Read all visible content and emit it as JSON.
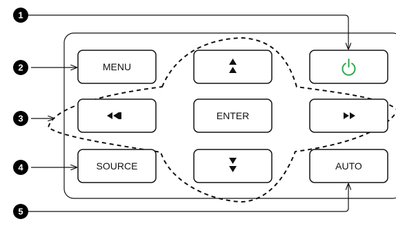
{
  "buttons": {
    "menu": "MENU",
    "enter": "ENTER",
    "source": "SOURCE",
    "auto": "AUTO"
  },
  "callouts": [
    "1",
    "2",
    "3",
    "4",
    "5"
  ],
  "colors": {
    "power_icon": "#2aa84a",
    "outline": "#111111",
    "callout_fill": "#000000"
  },
  "icons": {
    "power": "power-icon",
    "up": "arrow-up-icon",
    "down": "arrow-down-icon",
    "left": "arrow-left-icon",
    "right": "arrow-right-icon"
  }
}
